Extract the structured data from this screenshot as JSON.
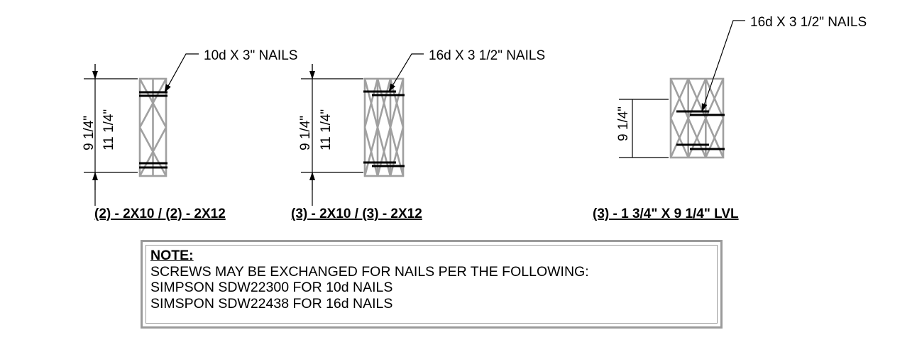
{
  "details": [
    {
      "id": "d1",
      "title": "(2) - 2X10 / (2) - 2X12",
      "callout": "10d X 3\" NAILS",
      "dim_inner": "9 1/4\"",
      "dim_outer": "11 1/4\""
    },
    {
      "id": "d2",
      "title": "(3) - 2X10 / (3) - 2X12",
      "callout": "16d X 3 1/2\" NAILS",
      "dim_inner": "9 1/4\"",
      "dim_outer": "11 1/4\""
    },
    {
      "id": "d3",
      "title": "(3) - 1 3/4\" X 9 1/4\" LVL",
      "callout": "16d X 3 1/2\" NAILS",
      "dim_inner": "9 1/4\""
    }
  ],
  "note": {
    "title": "NOTE:",
    "lines": [
      "SCREWS MAY BE EXCHANGED FOR NAILS PER THE FOLLOWING:",
      "SIMPSON SDW22300 FOR 10d NAILS",
      "SIMSPON SDW22438 FOR 16d NAILS"
    ]
  },
  "colors": {
    "member_gray": "#a0a0a0",
    "ink": "#000000"
  }
}
